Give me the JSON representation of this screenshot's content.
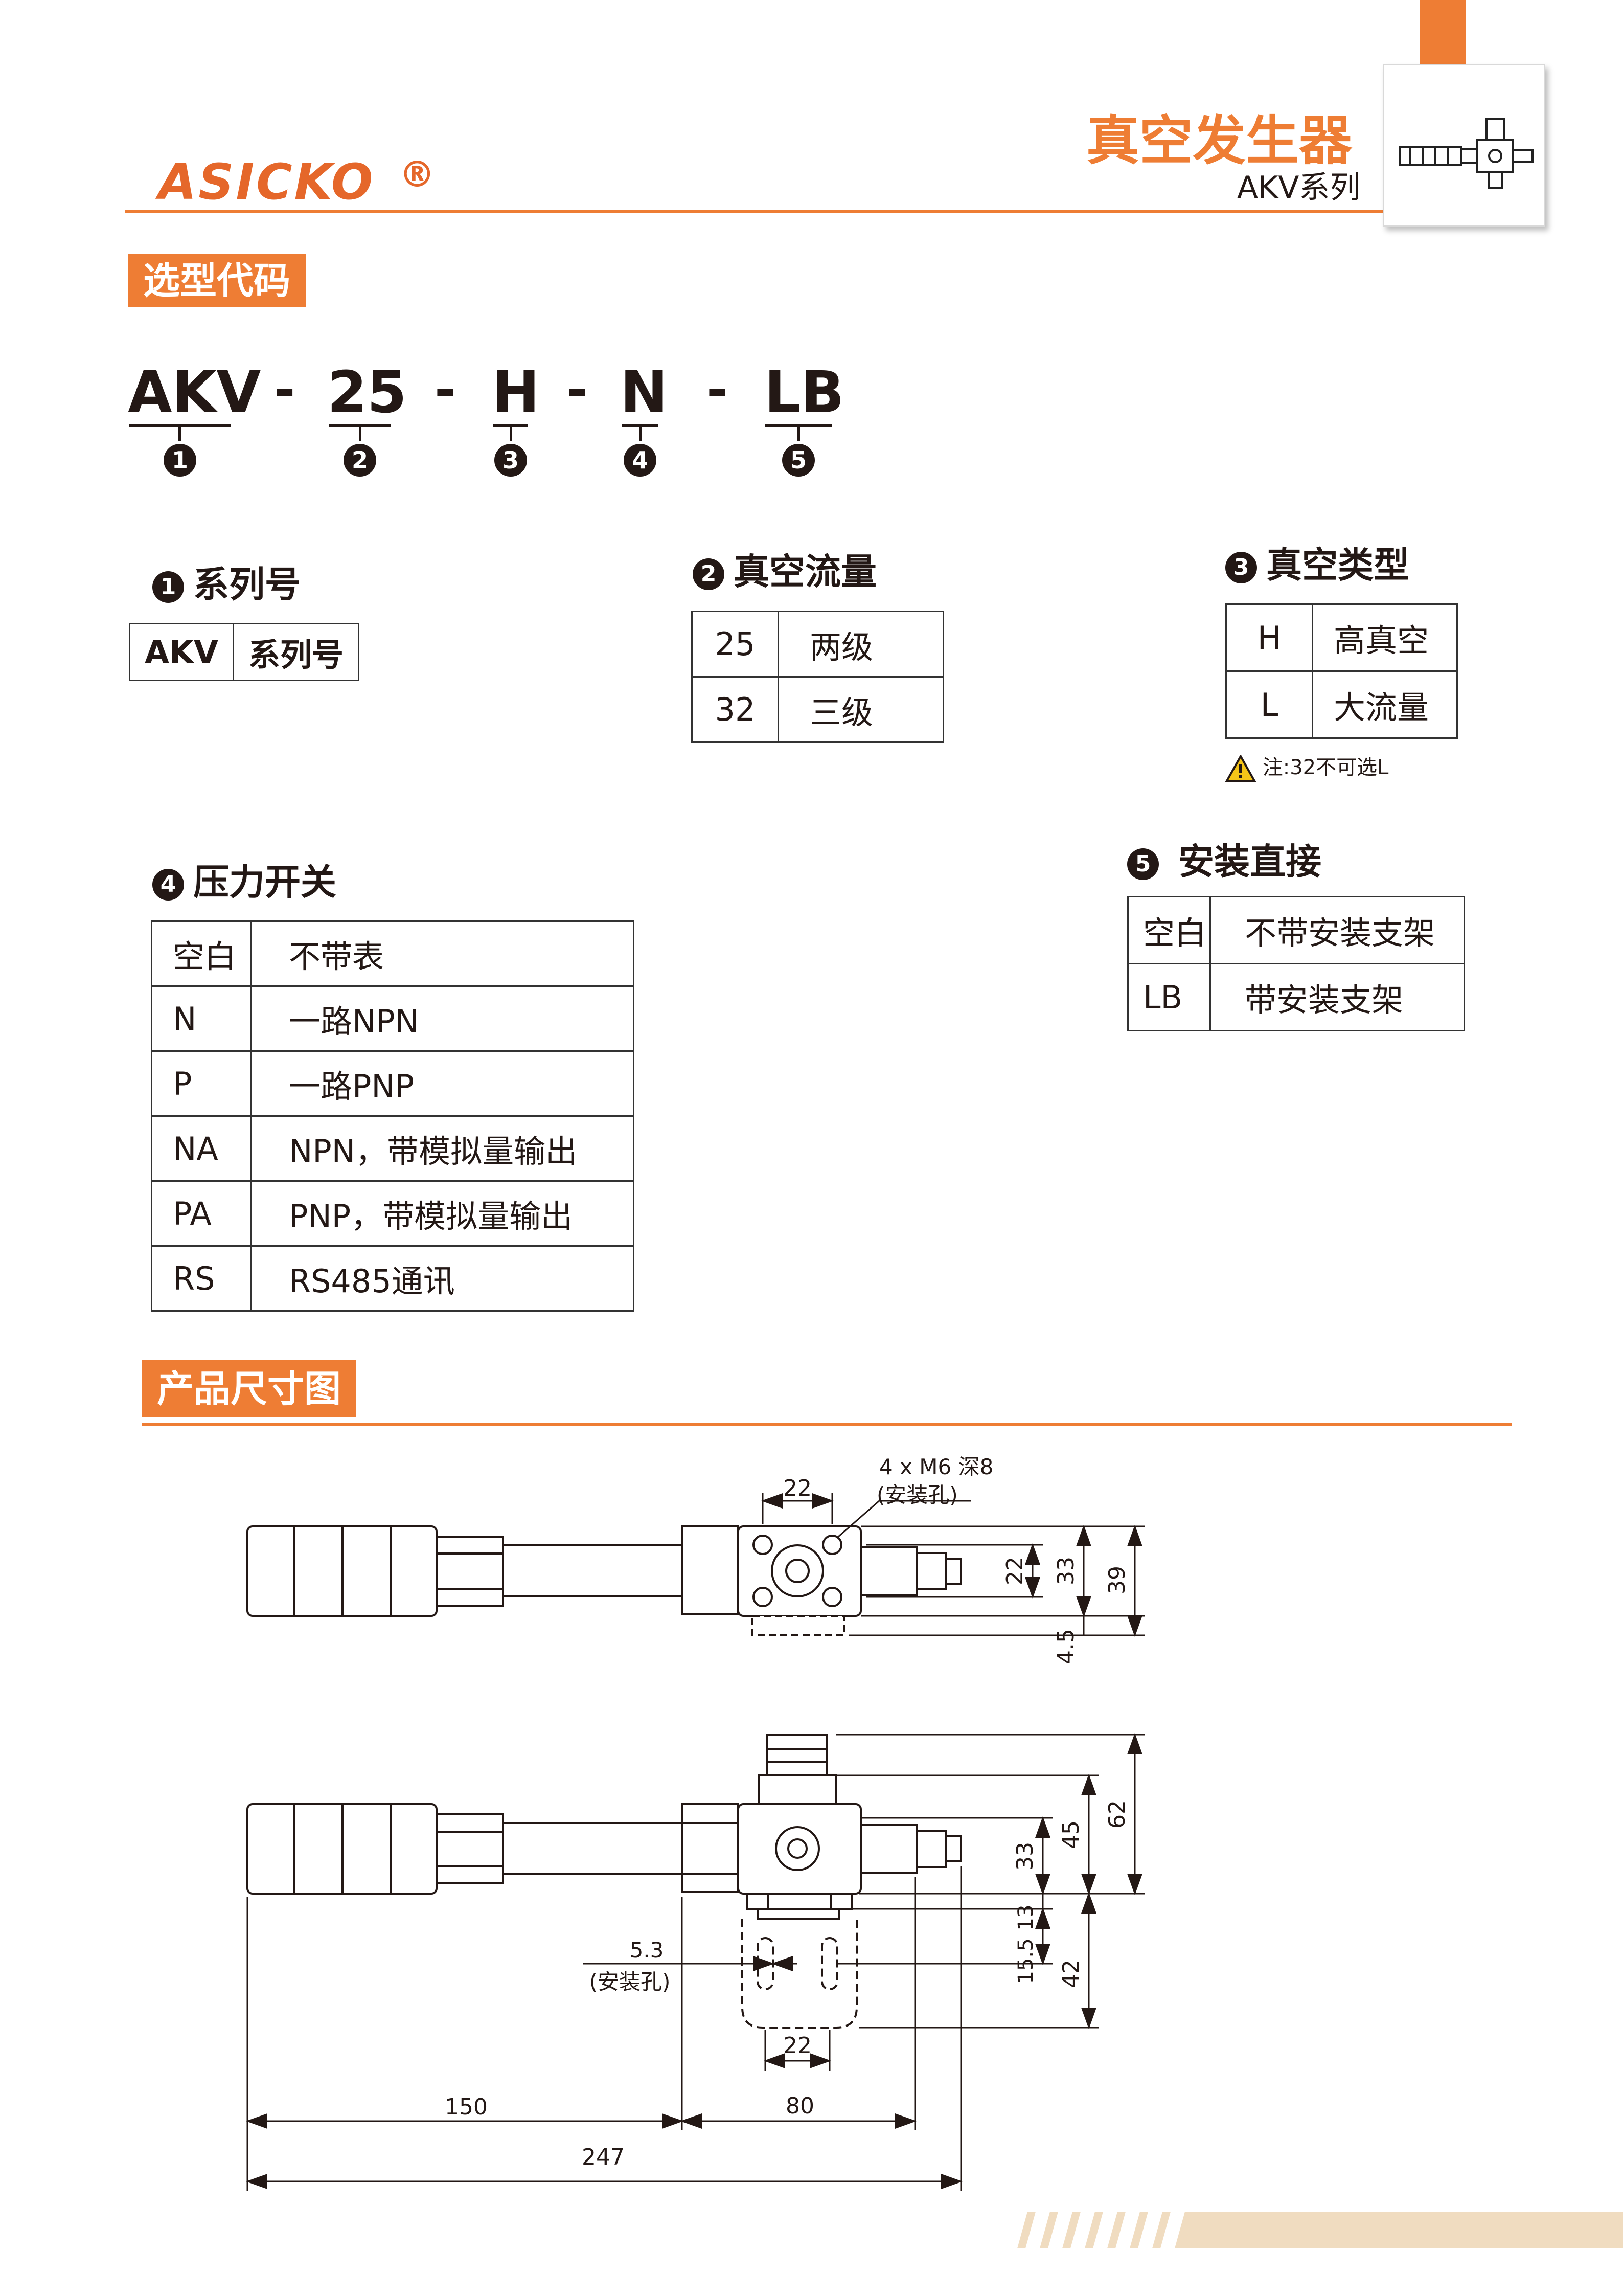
{
  "header": {
    "brand": "ASICKO",
    "registered": "®",
    "title": "真空发生器",
    "series": "AKV系列"
  },
  "selection": {
    "section_label": "选型代码",
    "code_parts": [
      "AKV",
      "25",
      "H",
      "N",
      "LB"
    ],
    "separator": "-",
    "markers": [
      "1",
      "2",
      "3",
      "4",
      "5"
    ]
  },
  "options": {
    "series_no": {
      "marker": "1",
      "title": "系列号",
      "rows": [
        [
          "AKV",
          "系列号"
        ]
      ]
    },
    "vacuum_flow": {
      "marker": "2",
      "title": "真空流量",
      "rows": [
        [
          "25",
          "两级"
        ],
        [
          "32",
          "三级"
        ]
      ]
    },
    "vacuum_type": {
      "marker": "3",
      "title": "真空类型",
      "rows": [
        [
          "H",
          "高真空"
        ],
        [
          "L",
          "大流量"
        ]
      ],
      "note": "注:32不可选L"
    },
    "pressure_switch": {
      "marker": "4",
      "title": "压力开关",
      "rows": [
        [
          "空白",
          "不带表"
        ],
        [
          "N",
          "一路NPN"
        ],
        [
          "P",
          "一路PNP"
        ],
        [
          "NA",
          "NPN，带模拟量输出"
        ],
        [
          "PA",
          "PNP，带模拟量输出"
        ],
        [
          "RS",
          "RS485通讯"
        ]
      ]
    },
    "mounting": {
      "marker": "5",
      "title": "安装直接",
      "rows": [
        [
          "空白",
          "不带安装支架"
        ],
        [
          "LB",
          "带安装支架"
        ]
      ]
    }
  },
  "drawing": {
    "section_label": "产品尺寸图",
    "top_view": {
      "dim_22_top": "22",
      "hole_note_1": "4 x  M6 深8",
      "hole_note_2": "(安装孔)",
      "dim_22_side": "22",
      "dim_33": "33",
      "dim_39": "39",
      "dim_4_5": "4.5"
    },
    "front_view": {
      "dim_62": "62",
      "dim_45": "45",
      "dim_33": "33",
      "dim_13": "13",
      "dim_15_5": "15.5",
      "dim_42": "42",
      "slot_1": "5.3",
      "slot_2": "(安装孔)",
      "dim_22_bottom": "22",
      "dim_150": "150",
      "dim_80": "80",
      "dim_247": "247"
    }
  },
  "colors": {
    "accent": "#ee7d34",
    "stripe": "#f0dcc0",
    "ink": "#231815"
  }
}
